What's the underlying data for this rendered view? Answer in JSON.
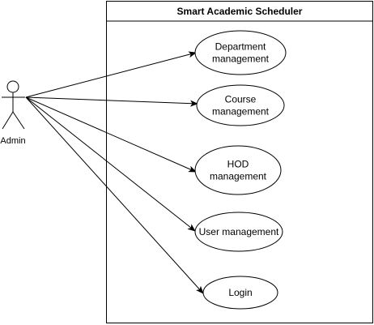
{
  "system": {
    "title": "Smart Academic Scheduler"
  },
  "actor": {
    "label": "Admin"
  },
  "use_cases": [
    {
      "lines": [
        "Department",
        "management"
      ]
    },
    {
      "lines": [
        "Course",
        "management"
      ]
    },
    {
      "lines": [
        "HOD",
        "management"
      ]
    },
    {
      "lines": [
        "User management"
      ]
    },
    {
      "lines": [
        "Login"
      ]
    }
  ],
  "colors": {
    "stroke": "#000000",
    "fill": "#ffffff"
  }
}
